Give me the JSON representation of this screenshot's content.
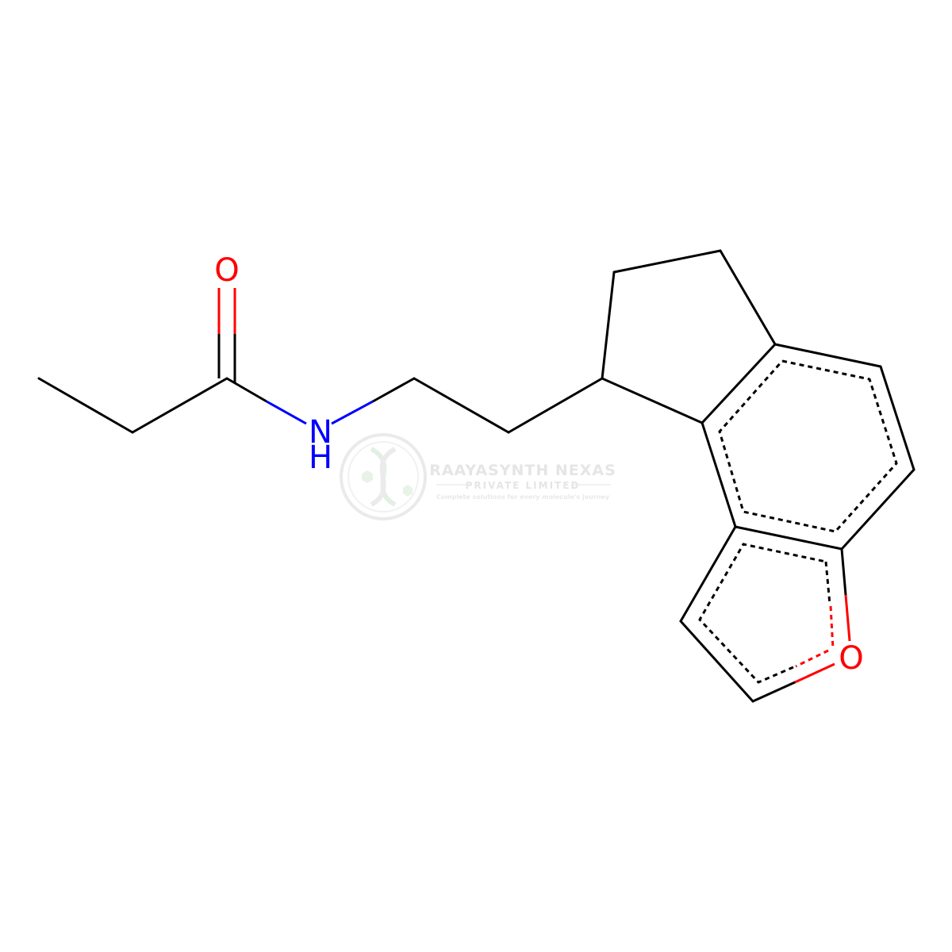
{
  "molecule": {
    "atoms": {
      "carbonyl_oxygen": {
        "symbol": "O",
        "color": "#ff0000"
      },
      "amide_nitrogen": {
        "symbol": "N",
        "color": "#0000ff"
      },
      "amide_hydrogen": {
        "symbol": "H",
        "color": "#0000ff"
      },
      "furan_oxygen": {
        "symbol": "O",
        "color": "#ff0000"
      }
    },
    "bond_color": "#000000"
  },
  "watermark": {
    "company": "RAAYASYNTH NEXAS",
    "subtitle": "PRIVATE LIMITED",
    "tagline": "Complete solutions for every molecule's journey",
    "color": "#d9d9d9",
    "logo_icon": "dna-helix-icon"
  }
}
